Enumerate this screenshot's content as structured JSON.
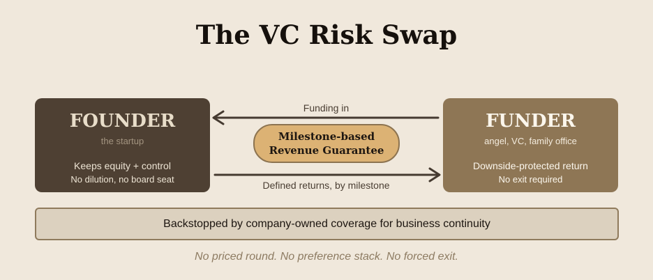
{
  "title": "The VC Risk Swap",
  "founder": {
    "heading": "FOUNDER",
    "subtitle": "the startup",
    "line1": "Keeps equity + control",
    "line2": "No dilution, no board seat"
  },
  "funder": {
    "heading": "FUNDER",
    "subtitle": "angel, VC, family office",
    "line1": "Downside-protected return",
    "line2": "No exit required"
  },
  "arrows": {
    "top_label": "Funding in",
    "bottom_label": "Defined returns, by milestone"
  },
  "center": {
    "line1": "Milestone-based",
    "line2": "Revenue Guarantee"
  },
  "banner": "Backstopped by company-owned coverage for business continuity",
  "footer": "No priced round. No preference stack. No forced exit.",
  "colors": {
    "background": "#f0e8dc",
    "founder_box": "#4e4033",
    "funder_box": "#8e7655",
    "pill": "#dcb274",
    "arrow": "#453a30"
  }
}
